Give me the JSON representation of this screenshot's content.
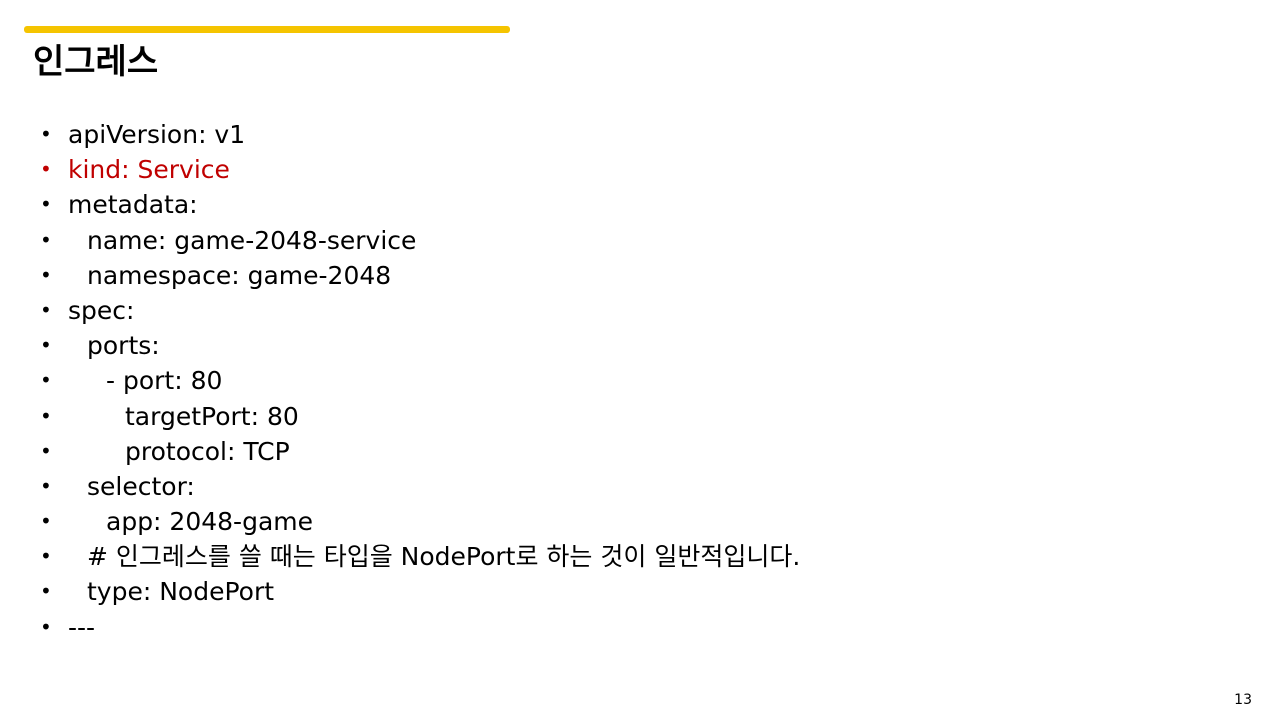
{
  "slide": {
    "title": "인그레스",
    "accent_color": "#F5C400",
    "highlight_color": "#C00000",
    "page_number": "13"
  },
  "bullets": [
    {
      "indent": 0,
      "text": "apiVersion: v1",
      "highlight": false
    },
    {
      "indent": 0,
      "text": "kind: Service",
      "highlight": true
    },
    {
      "indent": 0,
      "text": "metadata:",
      "highlight": false
    },
    {
      "indent": 1,
      "text": "name: game-2048-service",
      "highlight": false
    },
    {
      "indent": 1,
      "text": "namespace: game-2048",
      "highlight": false
    },
    {
      "indent": 0,
      "text": "spec:",
      "highlight": false
    },
    {
      "indent": 1,
      "text": "ports:",
      "highlight": false
    },
    {
      "indent": 2,
      "text": "- port: 80",
      "highlight": false
    },
    {
      "indent": 3,
      "text": "targetPort: 80",
      "highlight": false
    },
    {
      "indent": 3,
      "text": "protocol: TCP",
      "highlight": false
    },
    {
      "indent": 1,
      "text": "selector:",
      "highlight": false
    },
    {
      "indent": 2,
      "text": "app: 2048-game",
      "highlight": false
    },
    {
      "indent": 1,
      "text": "# 인그레스를 쓸 때는 타입을 NodePort로 하는 것이 일반적입니다.",
      "highlight": false
    },
    {
      "indent": 1,
      "text": "type: NodePort",
      "highlight": false
    },
    {
      "indent": 0,
      "text": "---",
      "highlight": false
    }
  ]
}
